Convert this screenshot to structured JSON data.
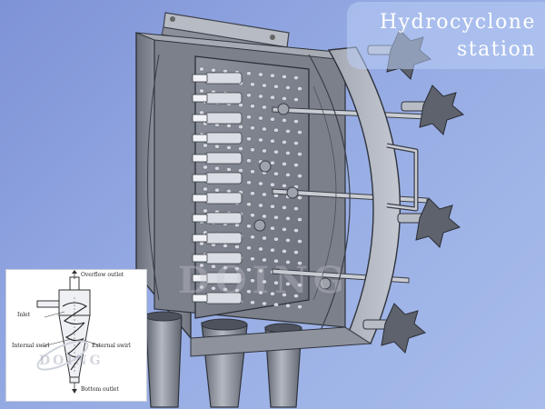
{
  "title": {
    "line1": "Hydrocyclone",
    "line2": "station"
  },
  "watermark": "DOING",
  "inset": {
    "overflow_outlet": "Overflow outlet",
    "inlet": "Inlet",
    "internal_swirl": "Internal swirl",
    "external_swirl": "External swirl",
    "bottom_outlet": "Bottom outlet",
    "watermark": "DOING"
  },
  "colors": {
    "background": "#8fa3e0",
    "metal_dark": "#5f6470",
    "metal_mid": "#8a8f9a",
    "metal_light": "#c2c6cf",
    "title_text": "#ffffff"
  }
}
